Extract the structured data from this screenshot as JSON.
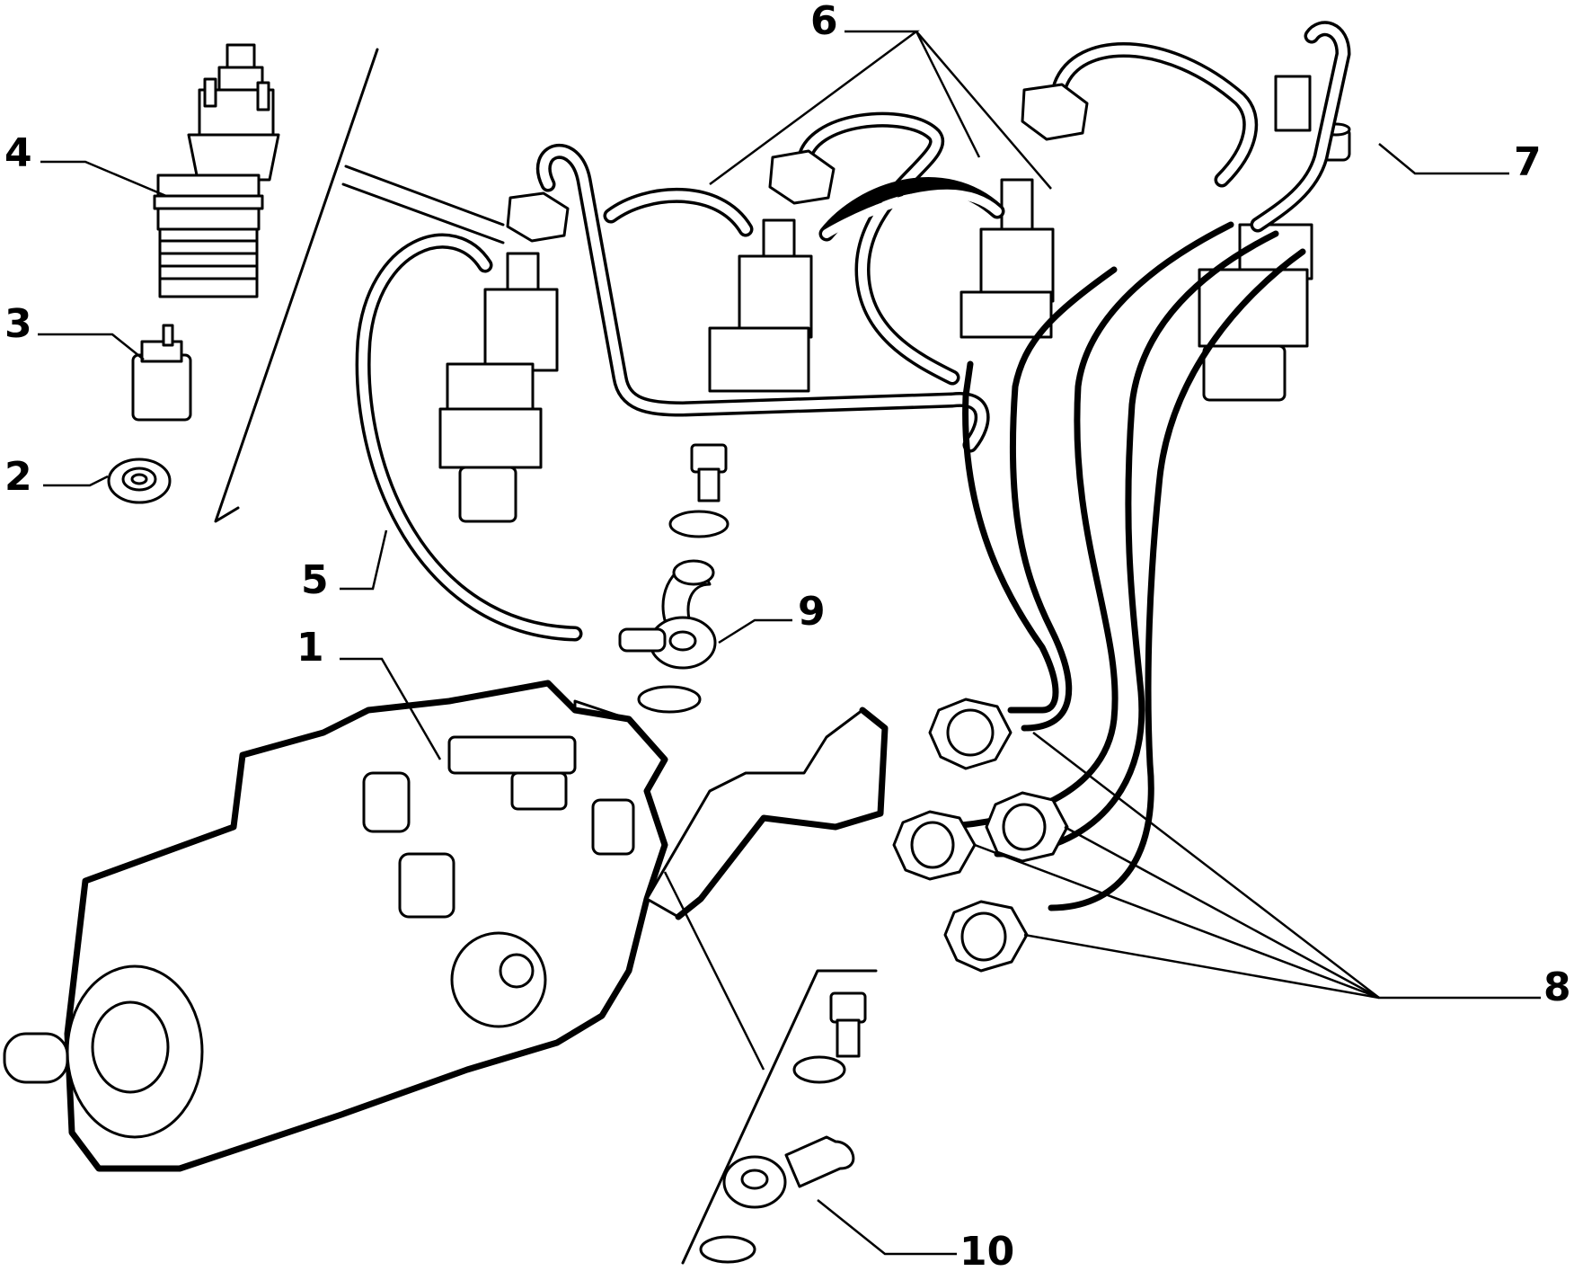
{
  "diagram": {
    "callouts": [
      {
        "id": "pump",
        "label": "1"
      },
      {
        "id": "seal-washer",
        "label": "2"
      },
      {
        "id": "nozzle",
        "label": "3"
      },
      {
        "id": "injector",
        "label": "4"
      },
      {
        "id": "leak-off-pipe",
        "label": "5"
      },
      {
        "id": "leak-off-pipes",
        "label": "6"
      },
      {
        "id": "cap",
        "label": "7"
      },
      {
        "id": "high-pressure-pipes",
        "label": "8"
      },
      {
        "id": "banjo-union-9",
        "label": "9"
      },
      {
        "id": "banjo-union-10",
        "label": "10"
      }
    ]
  }
}
